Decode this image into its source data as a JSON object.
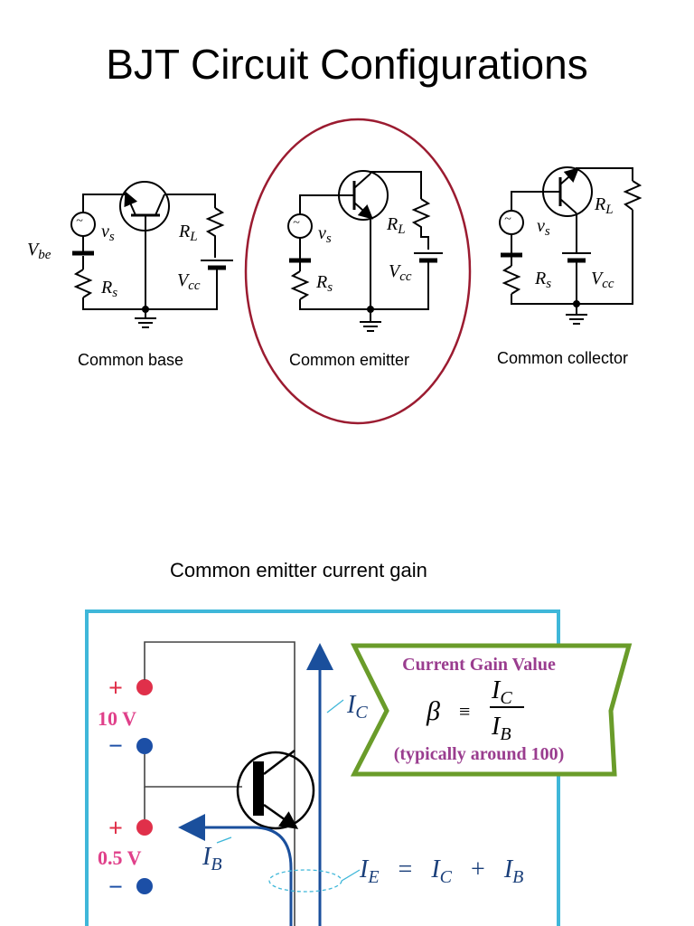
{
  "title": "BJT Circuit Configurations",
  "configs": [
    {
      "name": "Common base"
    },
    {
      "name": "Common emitter"
    },
    {
      "name": "Common collector"
    }
  ],
  "labels": {
    "vbe_main": "V",
    "vbe_sub": "be",
    "vs_main": "v",
    "vs_sub": "s",
    "rs_main": "R",
    "rs_sub": "s",
    "rl_main": "R",
    "rl_sub": "L",
    "vcc_main": "V",
    "vcc_sub": "cc",
    "source_symbol": "~"
  },
  "highlight": {
    "config": "Common emitter",
    "color": "#9b1b30"
  },
  "gain_section": {
    "title": "Common emitter current gain",
    "plus_1": "+",
    "minus_1": "−",
    "voltage_1": "10 V",
    "plus_2": "+",
    "minus_2": "−",
    "voltage_2": "0.5 V",
    "ic_label_main": "I",
    "ic_label_sub": "C",
    "ib_label_main": "I",
    "ib_label_sub": "B",
    "ie_eq_main": "I",
    "ie_eq_sub": "E",
    "ie_eq_ops": "=",
    "ie_eq_ic_main": "I",
    "ie_eq_ic_sub": "C",
    "ie_eq_plus": "+",
    "ie_eq_ib_main": "I",
    "ie_eq_ib_sub": "B",
    "box_title": "Current Gain Value",
    "beta_symbol": "β",
    "equiv_symbol": "≡",
    "frac_num_main": "I",
    "frac_num_sub": "C",
    "frac_den_main": "I",
    "frac_den_sub": "B",
    "box_note": "(typically around 100)",
    "colors": {
      "frame": "#3fb7d9",
      "arrow": "#1a4f9c",
      "terminal_red": "#e0304a",
      "terminal_blue": "#1c4fa6",
      "voltage_text": "#e0408a",
      "box_border": "#6a9c2a",
      "box_title": "#9a3d8f"
    }
  }
}
